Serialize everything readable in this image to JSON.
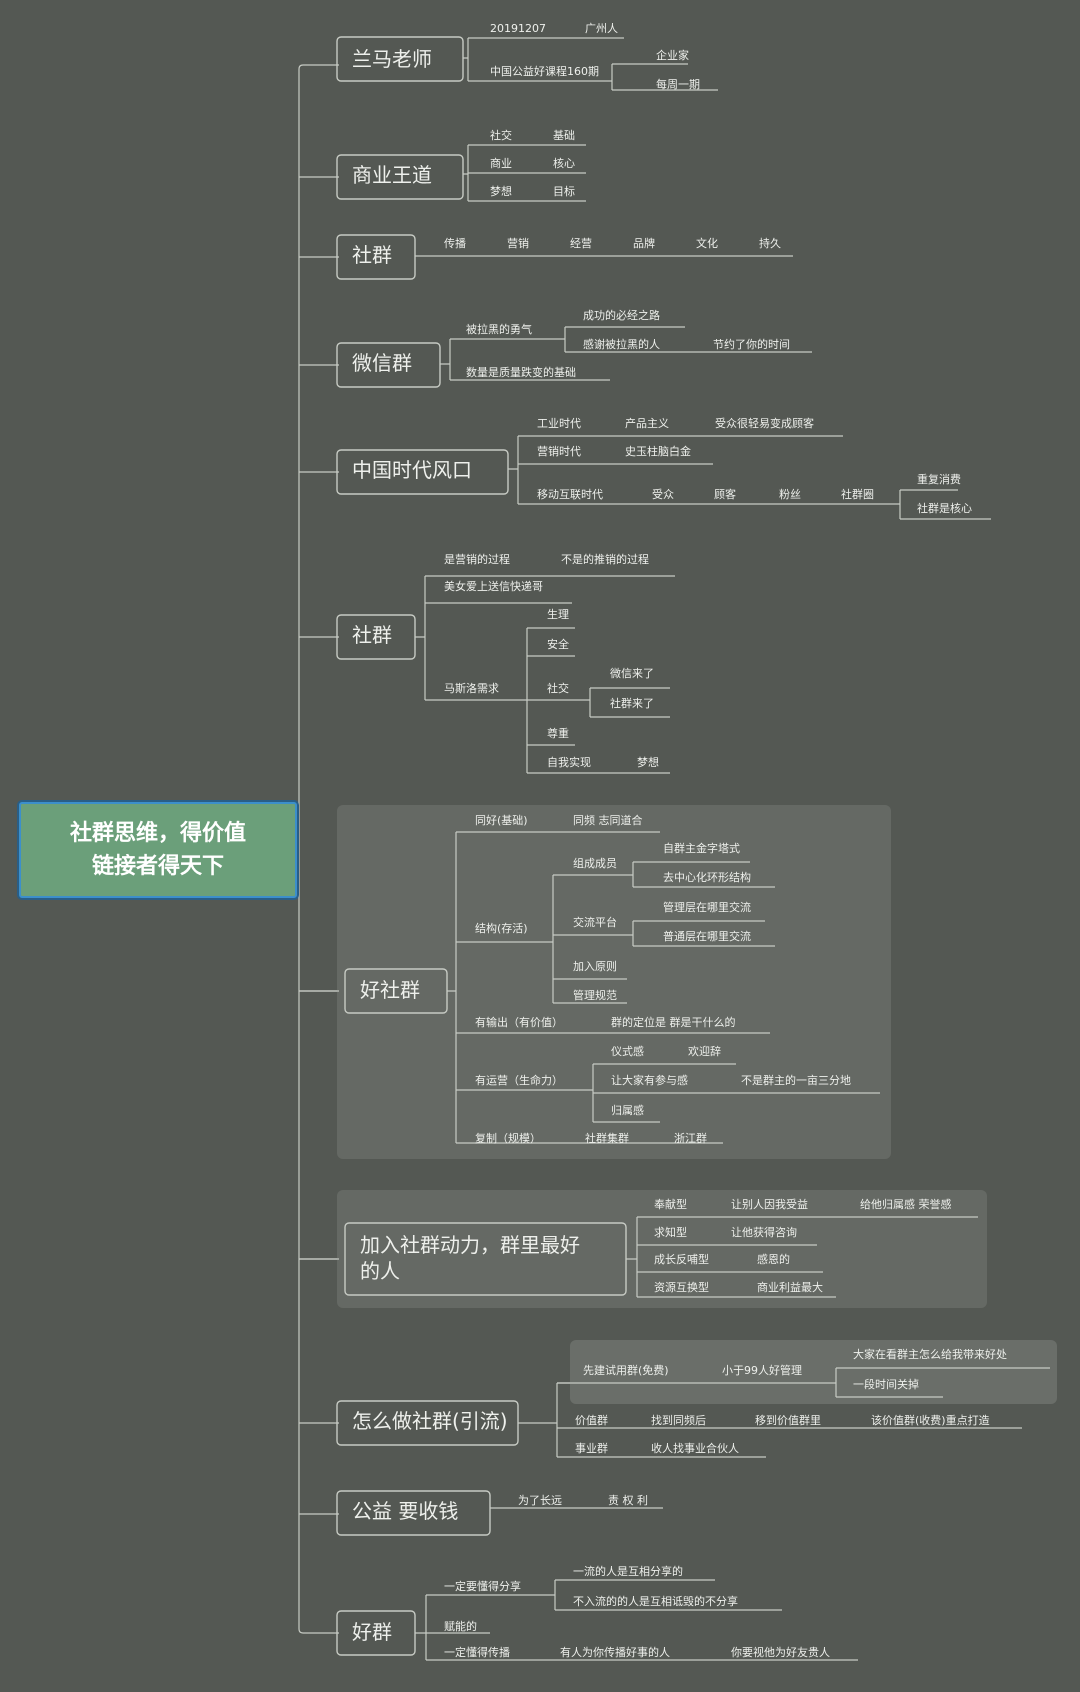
{
  "root": {
    "line1": "社群思维，得价值",
    "line2": "链接者得天下"
  },
  "t1": {
    "label": "兰马老师",
    "date": "20191207",
    "place": "广州人",
    "course": "中国公益好课程160期",
    "guest": "企业家",
    "freq": "每周一期"
  },
  "t2": {
    "label": "商业王道",
    "a1": "社交",
    "a2": "基础",
    "b1": "商业",
    "b2": "核心",
    "c1": "梦想",
    "c2": "目标"
  },
  "t3": {
    "label": "社群",
    "items": [
      "传播",
      "营销",
      "经营",
      "品牌",
      "文化",
      "持久"
    ]
  },
  "t4": {
    "label": "微信群",
    "brave": "被拉黑的勇气",
    "path": "成功的必经之路",
    "thanks": "感谢被拉黑的人",
    "save": "节约了你的时间",
    "quantity": "数量是质量跌变的基础"
  },
  "t5": {
    "label": "中国时代风口",
    "industry": "工业时代",
    "product": "产品主义",
    "easy": "受众很轻易变成顾客",
    "market": "营销时代",
    "shi": "史玉柱脑白金",
    "mobile": "移动互联时代",
    "audience": "受众",
    "customer": "顾客",
    "fans": "粉丝",
    "circle": "社群圈",
    "repeat": "重复消费",
    "core": "社群是核心"
  },
  "t6": {
    "label": "社群",
    "process": "是营销的过程",
    "notpush": "不是的推销的过程",
    "courier": "美女爱上送信快递哥",
    "maslow": "马斯洛需求",
    "physio": "生理",
    "safety": "安全",
    "social": "社交",
    "wechat": "微信来了",
    "community": "社群来了",
    "respect": "尊重",
    "self": "自我实现",
    "dream": "梦想"
  },
  "t7": {
    "label": "好社群",
    "hobby": "同好(基础)",
    "likeminded": "同频 志同道合",
    "structure": "结构(存活)",
    "members": "组成成员",
    "pyramid": "自群主金字塔式",
    "decentral": "去中心化环形结构",
    "platform": "交流平台",
    "mgmt": "管理层在哪里交流",
    "normal": "普通层在哪里交流",
    "join": "加入原则",
    "rules": "管理规范",
    "output": "有输出（有价值）",
    "position": "群的定位是 群是干什么的",
    "operate": "有运营（生命力）",
    "ritual": "仪式感",
    "welcome": "欢迎辞",
    "participate": "让大家有参与感",
    "notowner": "不是群主的一亩三分地",
    "belong": "归属感",
    "copy": "复制（规模）",
    "cluster": "社群集群",
    "zhejiang": "浙江群"
  },
  "t8": {
    "line1": "加入社群动力，群里最好",
    "line2": "的人",
    "devote": "奉献型",
    "benefit": "让别人因我受益",
    "honor": "给他归属感 荣誉感",
    "learn": "求知型",
    "info": "让他获得咨询",
    "grow": "成长反哺型",
    "grateful": "感恩的",
    "resource": "资源互换型",
    "maxbiz": "商业利益最大"
  },
  "t9": {
    "label": "怎么做社群(引流)",
    "trial": "先建试用群(免费)",
    "under99": "小于99人好管理",
    "benefitq": "大家在看群主怎么给我带来好处",
    "kick": "一段时间关掉",
    "value": "价值群",
    "samefreq": "找到同频后",
    "move": "移到价值群里",
    "paid": "该价值群(收费)重点打造",
    "career": "事业群",
    "partner": "收人找事业合伙人"
  },
  "t10": {
    "label": "公益 要收钱",
    "longterm": "为了长远",
    "rights": "责 权 利"
  },
  "t11": {
    "label": "好群",
    "share": "一定要懂得分享",
    "first": "一流的人是互相分享的",
    "notfirst": "不入流的的人是互相诋毁的不分享",
    "empower": "赋能的",
    "spread": "一定懂得传播",
    "someone": "有人为你传播好事的人",
    "friend": "你要视他为好友贵人"
  }
}
